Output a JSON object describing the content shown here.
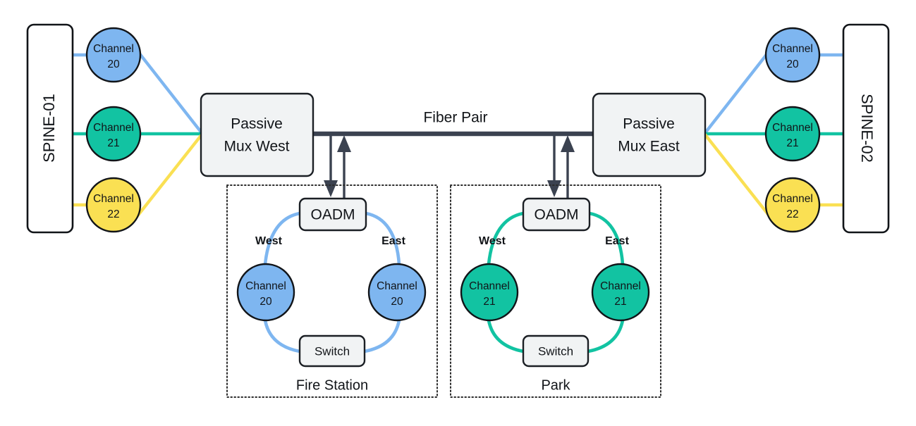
{
  "diagram": {
    "title_label": "Fiber Pair",
    "colors": {
      "channel20": "#7eb6f0",
      "channel21": "#12c3a2",
      "channel22": "#fae053",
      "fiber": "#3b4250",
      "node_fill": "#f1f3f4",
      "stroke": "#111418"
    }
  },
  "spines": {
    "west": {
      "label": "SPINE-01"
    },
    "east": {
      "label": "SPINE-02"
    }
  },
  "mux": {
    "west": {
      "line1": "Passive",
      "line2": "Mux West"
    },
    "east": {
      "line1": "Passive",
      "line2": "Mux East"
    }
  },
  "fiber": {
    "label": "Fiber Pair"
  },
  "west_channels": [
    {
      "line1": "Channel",
      "line2": "20",
      "color": "#7eb6f0"
    },
    {
      "line1": "Channel",
      "line2": "21",
      "color": "#12c3a2"
    },
    {
      "line1": "Channel",
      "line2": "22",
      "color": "#fae053"
    }
  ],
  "east_channels": [
    {
      "line1": "Channel",
      "line2": "20",
      "color": "#7eb6f0"
    },
    {
      "line1": "Channel",
      "line2": "21",
      "color": "#12c3a2"
    },
    {
      "line1": "Channel",
      "line2": "22",
      "color": "#fae053"
    }
  ],
  "sites": [
    {
      "name": "Fire Station",
      "oadm_label": "OADM",
      "switch_label": "Switch",
      "west_dir_label": "West",
      "east_dir_label": "East",
      "color": "#7eb6f0",
      "west_channel": {
        "line1": "Channel",
        "line2": "20"
      },
      "east_channel": {
        "line1": "Channel",
        "line2": "20"
      }
    },
    {
      "name": "Park",
      "oadm_label": "OADM",
      "switch_label": "Switch",
      "west_dir_label": "West",
      "east_dir_label": "East",
      "color": "#12c3a2",
      "west_channel": {
        "line1": "Channel",
        "line2": "21"
      },
      "east_channel": {
        "line1": "Channel",
        "line2": "21"
      }
    }
  ]
}
